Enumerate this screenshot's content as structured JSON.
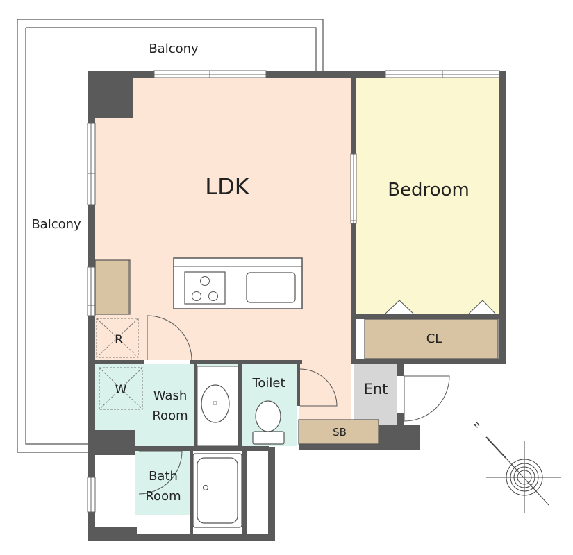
{
  "labels": {
    "balcony_top": "Balcony",
    "balcony_left": "Balcony",
    "ldk": "LDK",
    "bedroom": "Bedroom",
    "cl": "CL",
    "r": "R",
    "w": "W",
    "wash_room_1": "Wash",
    "wash_room_2": "Room",
    "toilet": "Toilet",
    "ent": "Ent",
    "sb": "SB",
    "bath_room_1": "Bath",
    "bath_room_2": "Room",
    "compass_n": "N"
  },
  "colors": {
    "wall": "#5a5a5a",
    "ldk_floor": "#fde6d6",
    "bedroom_floor": "#fbf7d0",
    "wet_area_floor": "#d9f2ec",
    "storage": "#d8c4a3",
    "entrance": "#d6d6d6"
  }
}
